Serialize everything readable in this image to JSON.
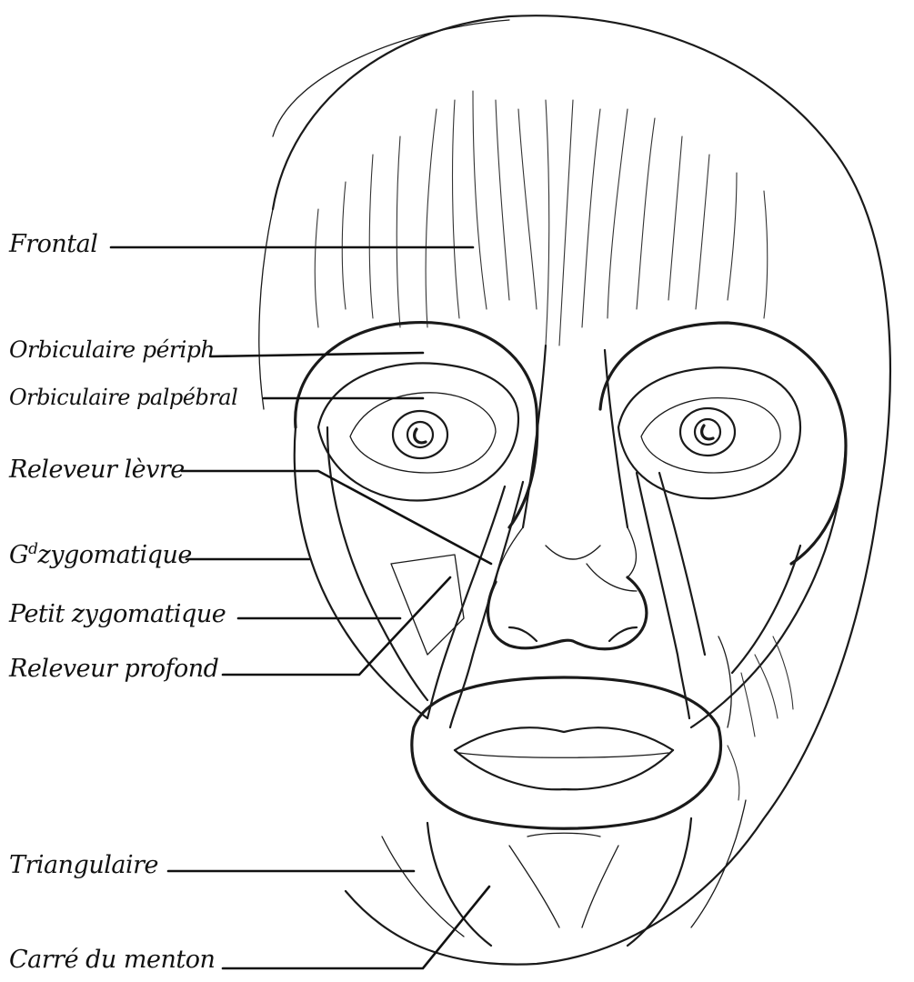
{
  "labels": {
    "frontal": "Frontal",
    "orbiculaire_periph": "Orbiculaire périph",
    "orbiculaire_palpebral": "Orbiculaire palpébral",
    "releveur_levre": "Releveur lèvre",
    "grand_zygomatique_prefix": "G",
    "grand_zygomatique_sup": "d",
    "grand_zygomatique_rest": "zygomatique",
    "petit_zygomatique": "Petit zygomatique",
    "releveur_profond": "Releveur profond",
    "triangulaire": "Triangulaire",
    "carre_du_menton": "Carré du menton"
  },
  "colors": {
    "ink": "#111111",
    "paper": "#ffffff"
  }
}
